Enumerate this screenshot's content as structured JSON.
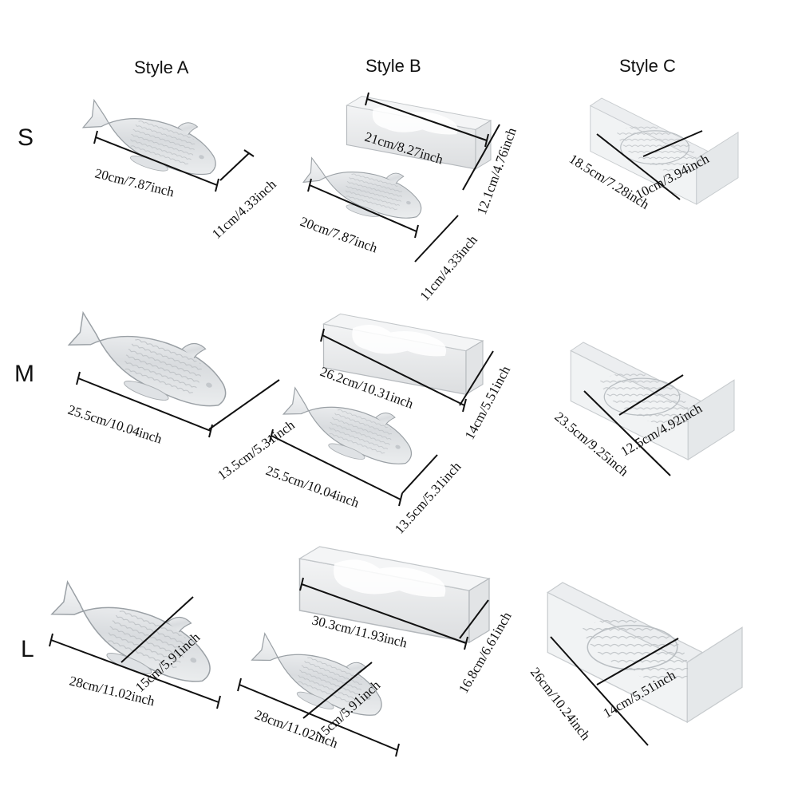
{
  "columns": [
    "Style A",
    "Style B",
    "Style C"
  ],
  "rows": [
    "S",
    "M",
    "L"
  ],
  "dimensions": {
    "S": {
      "style_a": [
        "20cm/7.87inch",
        "11cm/4.33inch"
      ],
      "style_b_box": [
        "21cm/8.27inch",
        "12.1cm/4.76inch"
      ],
      "style_b_fish": [
        "20cm/7.87inch",
        "11cm/4.33inch"
      ],
      "style_c": [
        "18.5cm/7.28inch",
        "10cm/3.94inch"
      ]
    },
    "M": {
      "style_a": [
        "25.5cm/10.04inch",
        "13.5cm/5.31inch"
      ],
      "style_b_box": [
        "26.2cm/10.31inch",
        "14cm/5.51inch"
      ],
      "style_b_fish": [
        "25.5cm/10.04inch",
        "13.5cm/5.31inch"
      ],
      "style_c": [
        "23.5cm/9.25inch",
        "12.5cm/4.92inch"
      ]
    },
    "L": {
      "style_a": [
        "28cm/11.02inch",
        "15cm/5.91inch"
      ],
      "style_b_box": [
        "30.3cm/11.93inch",
        "16.8cm/6.61inch"
      ],
      "style_b_fish": [
        "28cm/11.02inch",
        "15cm/5.91inch"
      ],
      "style_c": [
        "26cm/10.24inch",
        "14cm/5.51inch"
      ]
    }
  }
}
